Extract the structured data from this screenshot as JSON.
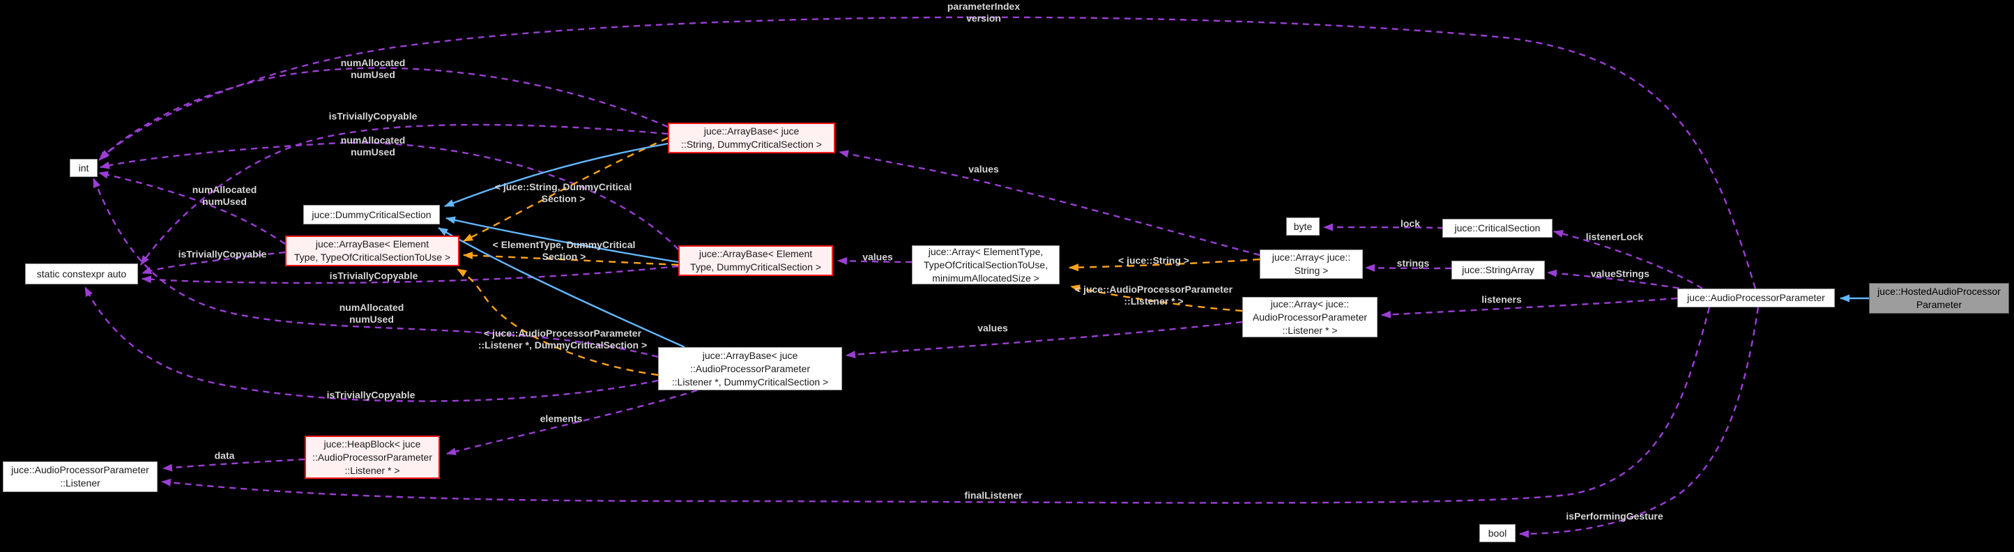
{
  "diagram": {
    "colors": {
      "background": "#000000",
      "usage_edge": "#9c3ed6",
      "template_edge": "#ffa31a",
      "inheritance_edge": "#63b8ff",
      "node_fill": "#ffffff",
      "node_border": "#9e9e9e",
      "truncated_node_fill": "#fff1f1",
      "truncated_node_border": "#ff1a1a",
      "main_node_fill": "#9d9d9d"
    },
    "nodes": [
      {
        "label": "int"
      },
      {
        "label": "static constexpr auto"
      },
      {
        "label": "juce::AudioProcessorParameter\n::Listener"
      },
      {
        "label": "juce::DummyCriticalSection"
      },
      {
        "label": "juce::ArrayBase< Element\nType, TypeOfCriticalSectionToUse >"
      },
      {
        "label": "juce::HeapBlock< juce\n::AudioProcessorParameter\n::Listener * >"
      },
      {
        "label": "juce::ArrayBase< juce\n::String, DummyCriticalSection >"
      },
      {
        "label": "juce::ArrayBase< Element\nType, DummyCriticalSection >"
      },
      {
        "label": "juce::ArrayBase< juce\n::AudioProcessorParameter\n::Listener *, DummyCriticalSection >"
      },
      {
        "label": "juce::Array< ElementType,\nTypeOfCriticalSectionToUse,\nminimumAllocatedSize >"
      },
      {
        "label": "byte"
      },
      {
        "label": "juce::Array< juce::\nString >"
      },
      {
        "label": "juce::Array< juce::\nAudioProcessorParameter\n::Listener * >"
      },
      {
        "label": "juce::CriticalSection"
      },
      {
        "label": "juce::StringArray"
      },
      {
        "label": "juce::AudioProcessorParameter"
      },
      {
        "label": "juce::HostedAudioProcessor\nParameter"
      },
      {
        "label": "bool"
      }
    ],
    "edge_labels": [
      {
        "text": "parameterIndex\nversion"
      },
      {
        "text": "numAllocated\nnumUsed"
      },
      {
        "text": "isTriviallyCopyable"
      },
      {
        "text": "numAllocated\nnumUsed"
      },
      {
        "text": "numAllocated\nnumUsed"
      },
      {
        "text": "isTriviallyCopyable"
      },
      {
        "text": "isTriviallyCopyable"
      },
      {
        "text": "numAllocated\nnumUsed"
      },
      {
        "text": "isTriviallyCopyable"
      },
      {
        "text": "< juce::String, DummyCritical\nSection >"
      },
      {
        "text": "< ElementType, DummyCritical\nSection >"
      },
      {
        "text": "< juce::AudioProcessorParameter\n::Listener *, DummyCriticalSection >"
      },
      {
        "text": "values"
      },
      {
        "text": "values"
      },
      {
        "text": "values"
      },
      {
        "text": "< juce::String >"
      },
      {
        "text": "< juce::AudioProcessorParameter\n::Listener * >"
      },
      {
        "text": "lock"
      },
      {
        "text": "strings"
      },
      {
        "text": "listeners"
      },
      {
        "text": "listenerLock"
      },
      {
        "text": "valueStrings"
      },
      {
        "text": "data"
      },
      {
        "text": "elements"
      },
      {
        "text": "finalListener"
      },
      {
        "text": "isPerformingGesture"
      }
    ]
  }
}
